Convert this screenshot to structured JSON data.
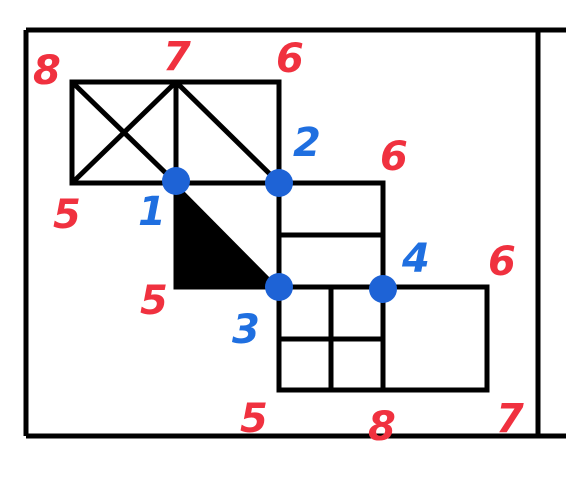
{
  "colors": {
    "ink": "#000000",
    "red_label": "#f0313f",
    "blue_label": "#1f6fe0",
    "dot": "#1e63d6",
    "background": "#ffffff"
  },
  "labels": {
    "red": {
      "top_left": "8",
      "top_mid": "7",
      "top_right": "6",
      "right_upper": "6",
      "left_upper": "5",
      "left_lower": "5",
      "far_right": "6",
      "bottom_left": "5",
      "bottom_mid": "8",
      "bottom_right": "7"
    },
    "blue": {
      "p1": "1",
      "p2": "2",
      "p3": "3",
      "p4": "4"
    }
  }
}
